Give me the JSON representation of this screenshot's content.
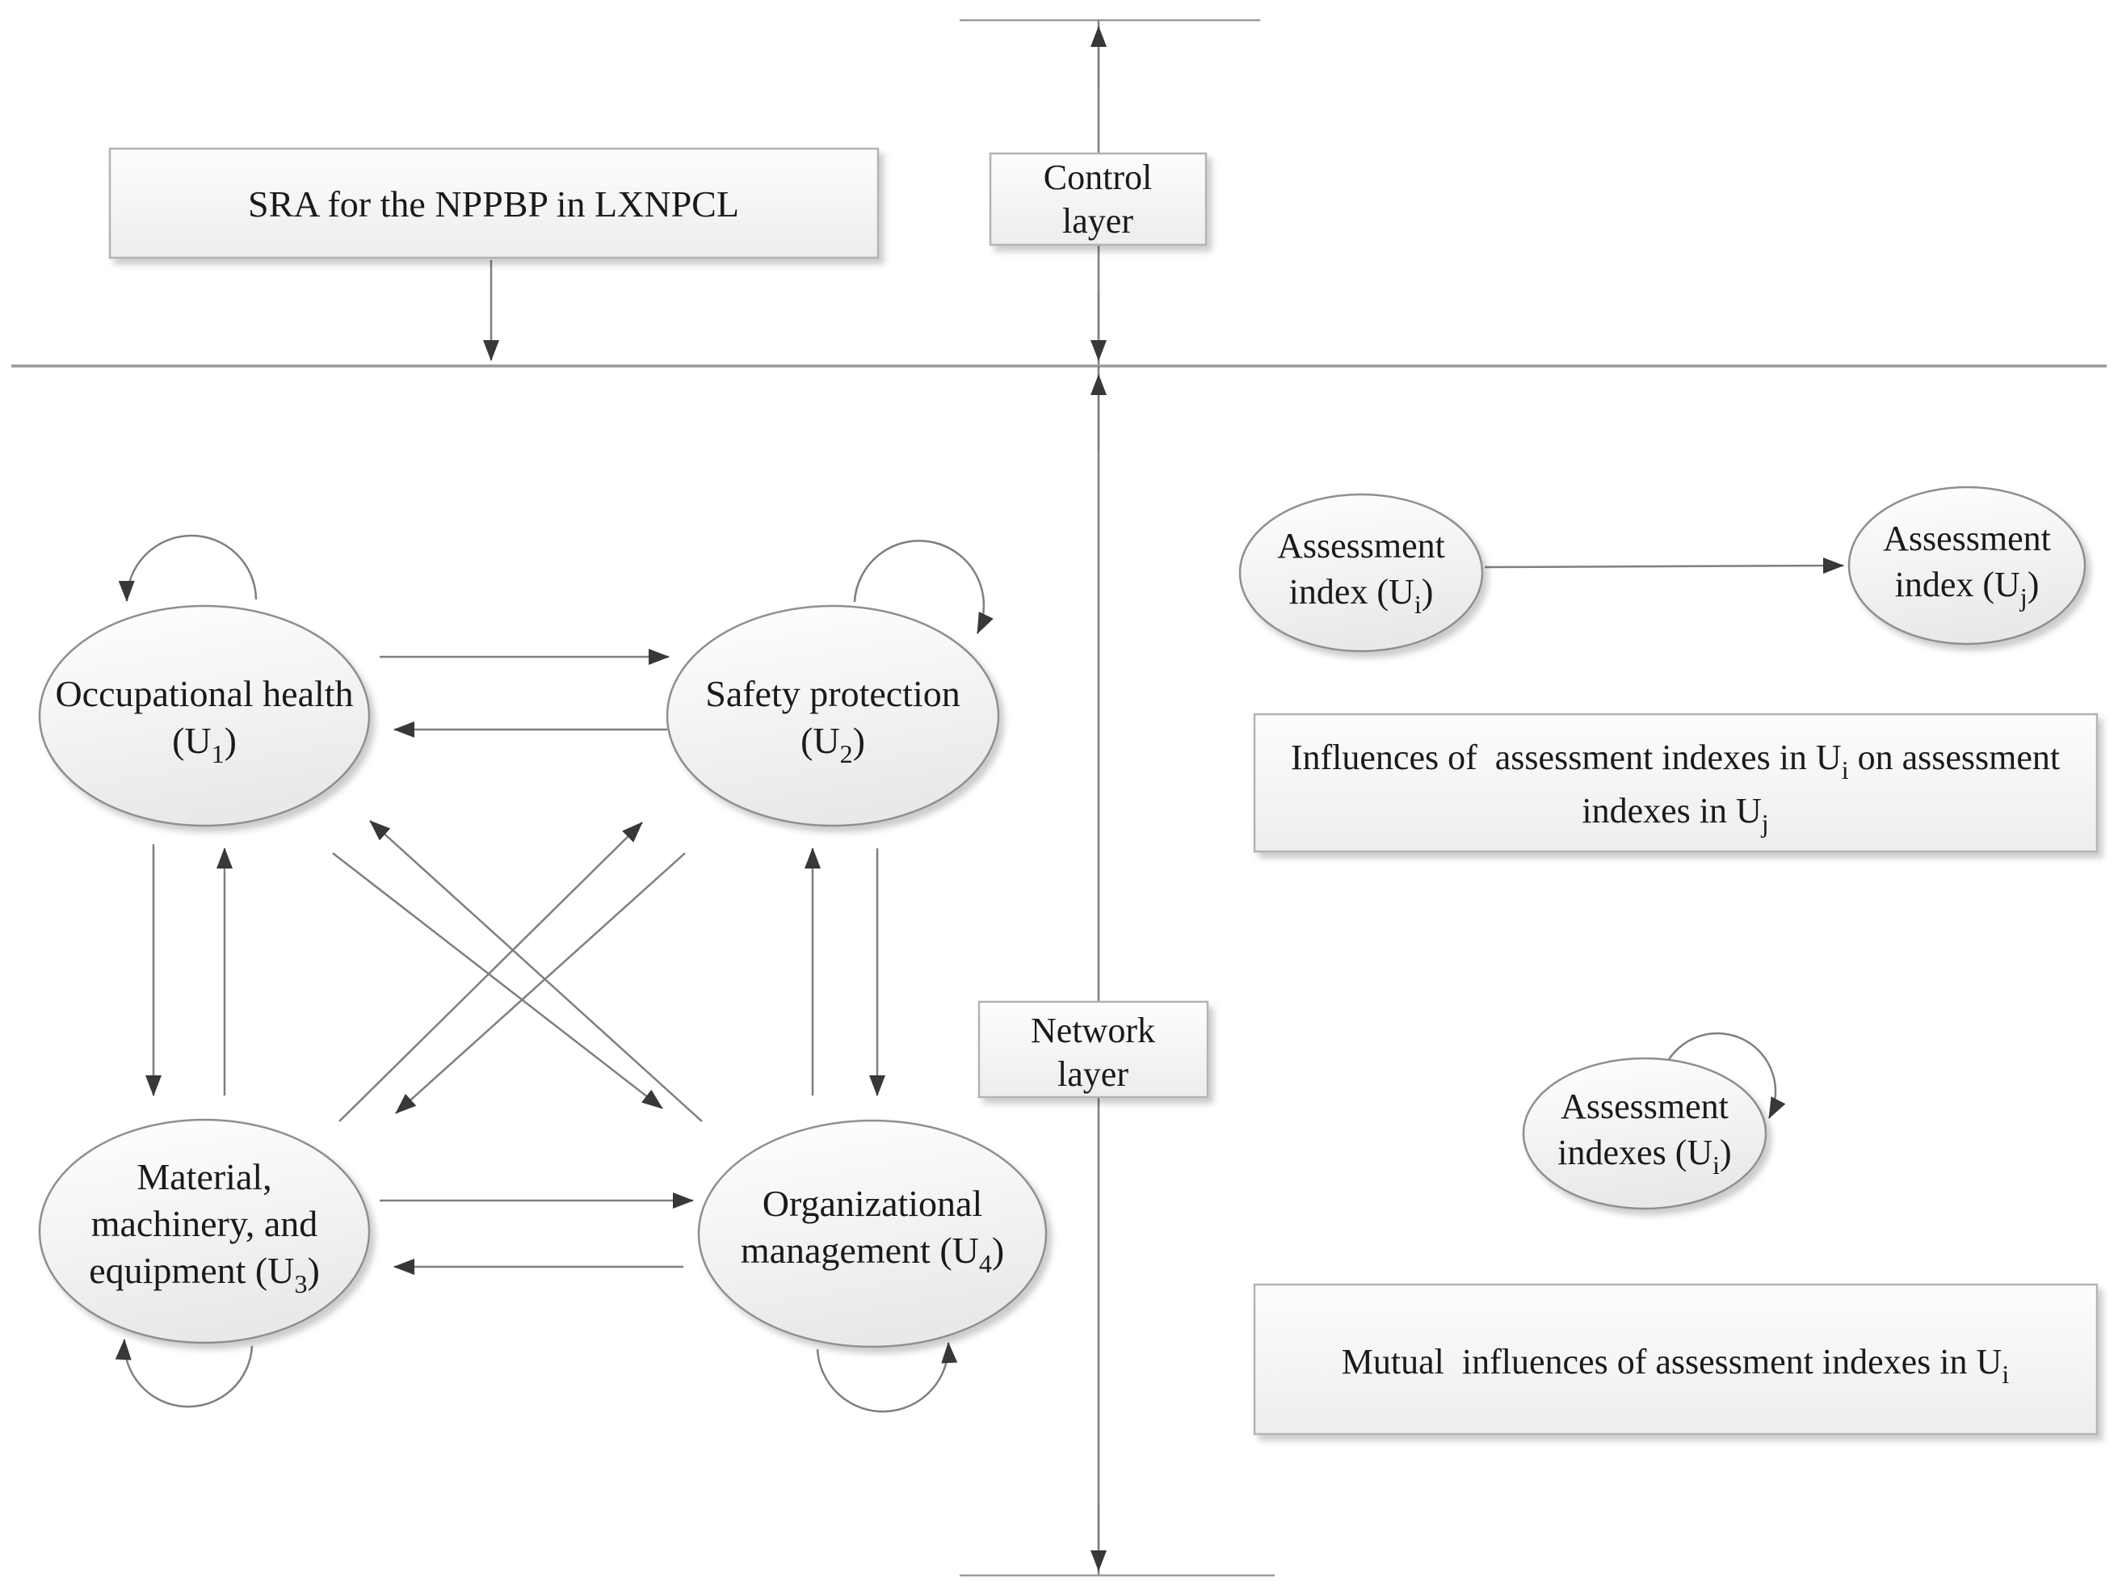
{
  "colors": {
    "background": "#ffffff",
    "line": "#7f7f7f",
    "arrowhead": "#383838",
    "node_border": "#8f8f8f",
    "box_border": "#b3b3b3",
    "text": "#1a1a1a"
  },
  "control_layer": {
    "title_box": "SRA for the NPPBP in LXNPCL",
    "label_line1": "Control",
    "label_line2": "layer"
  },
  "network_layer": {
    "label_line1": "Network",
    "label_line2": "layer",
    "clusters": {
      "u1": {
        "line1": "Occupational health",
        "paren": "(U",
        "sub": "1",
        "close": ")"
      },
      "u2": {
        "line1": "Safety protection",
        "paren": "(U",
        "sub": "2",
        "close": ")"
      },
      "u3": {
        "line1": "Material,",
        "line2": "machinery, and",
        "line3": "equipment (U",
        "sub": "3",
        "close": ")"
      },
      "u4": {
        "line1": "Organizational",
        "line2": "management (U",
        "sub": "4",
        "close": ")"
      }
    }
  },
  "legend": {
    "index_i": {
      "line1": "Assessment",
      "line2": "index (U",
      "sub": "i",
      "close": ")"
    },
    "index_j": {
      "line1": "Assessment",
      "line2": "index (U",
      "sub": "j",
      "close": ")"
    },
    "influences": {
      "l1a": "Influences of  assessment indexes in U",
      "l1sub": "i",
      "l1b": " on assessment",
      "l2a": "indexes in U",
      "l2sub": "j"
    },
    "indexes_i": {
      "line1": "Assessment",
      "line2": "indexes (U",
      "sub": "i",
      "close": ")"
    },
    "mutual": {
      "l1a": "Mutual  influences of assessment indexes in U",
      "l1sub": "i"
    }
  }
}
